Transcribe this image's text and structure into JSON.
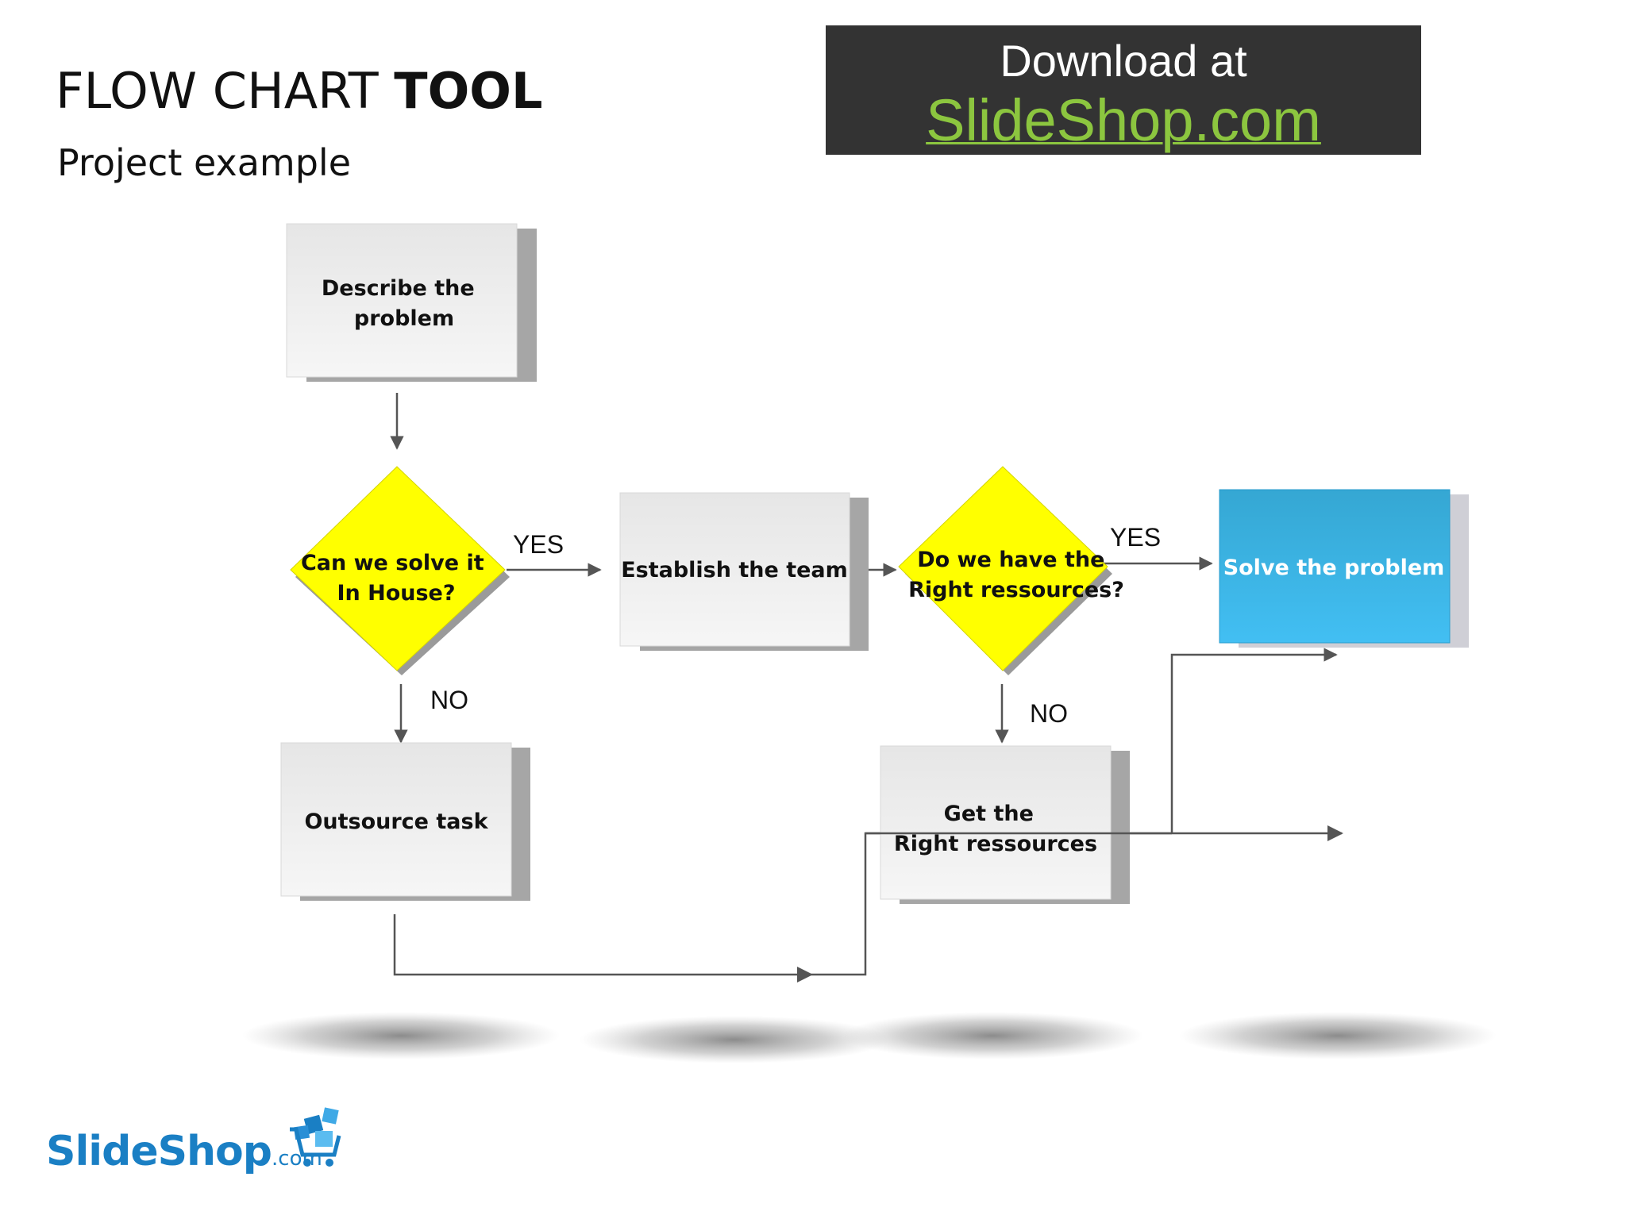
{
  "header": {
    "title_regular": "FLOW CHART ",
    "title_bold": "TOOL",
    "subtitle": "Project example"
  },
  "banner": {
    "line1": "Download at",
    "line2": "SlideShop.com"
  },
  "diagram": {
    "nodes": {
      "describe": [
        "Describe the",
        "problem"
      ],
      "decision1": [
        "Can we solve it",
        "In House?"
      ],
      "establish": [
        "Establish the team"
      ],
      "decision2": [
        "Do we have the",
        "Right ressources?"
      ],
      "solve": [
        "Solve the problem"
      ],
      "outsource": [
        "Outsource task"
      ],
      "get_resources": [
        "Get the",
        "Right ressources"
      ]
    },
    "labels": {
      "yes1": "YES",
      "yes2": "YES",
      "no1": "NO",
      "no2": "NO"
    },
    "colors": {
      "process_fill": "#ececec",
      "process_shadow": "#a6a6a6",
      "decision_fill": "#ffff00",
      "solve_fill": "#3aaee0",
      "connector": "#555555"
    }
  },
  "logo": {
    "brand": "SlideShop",
    "suffix": ".com"
  }
}
